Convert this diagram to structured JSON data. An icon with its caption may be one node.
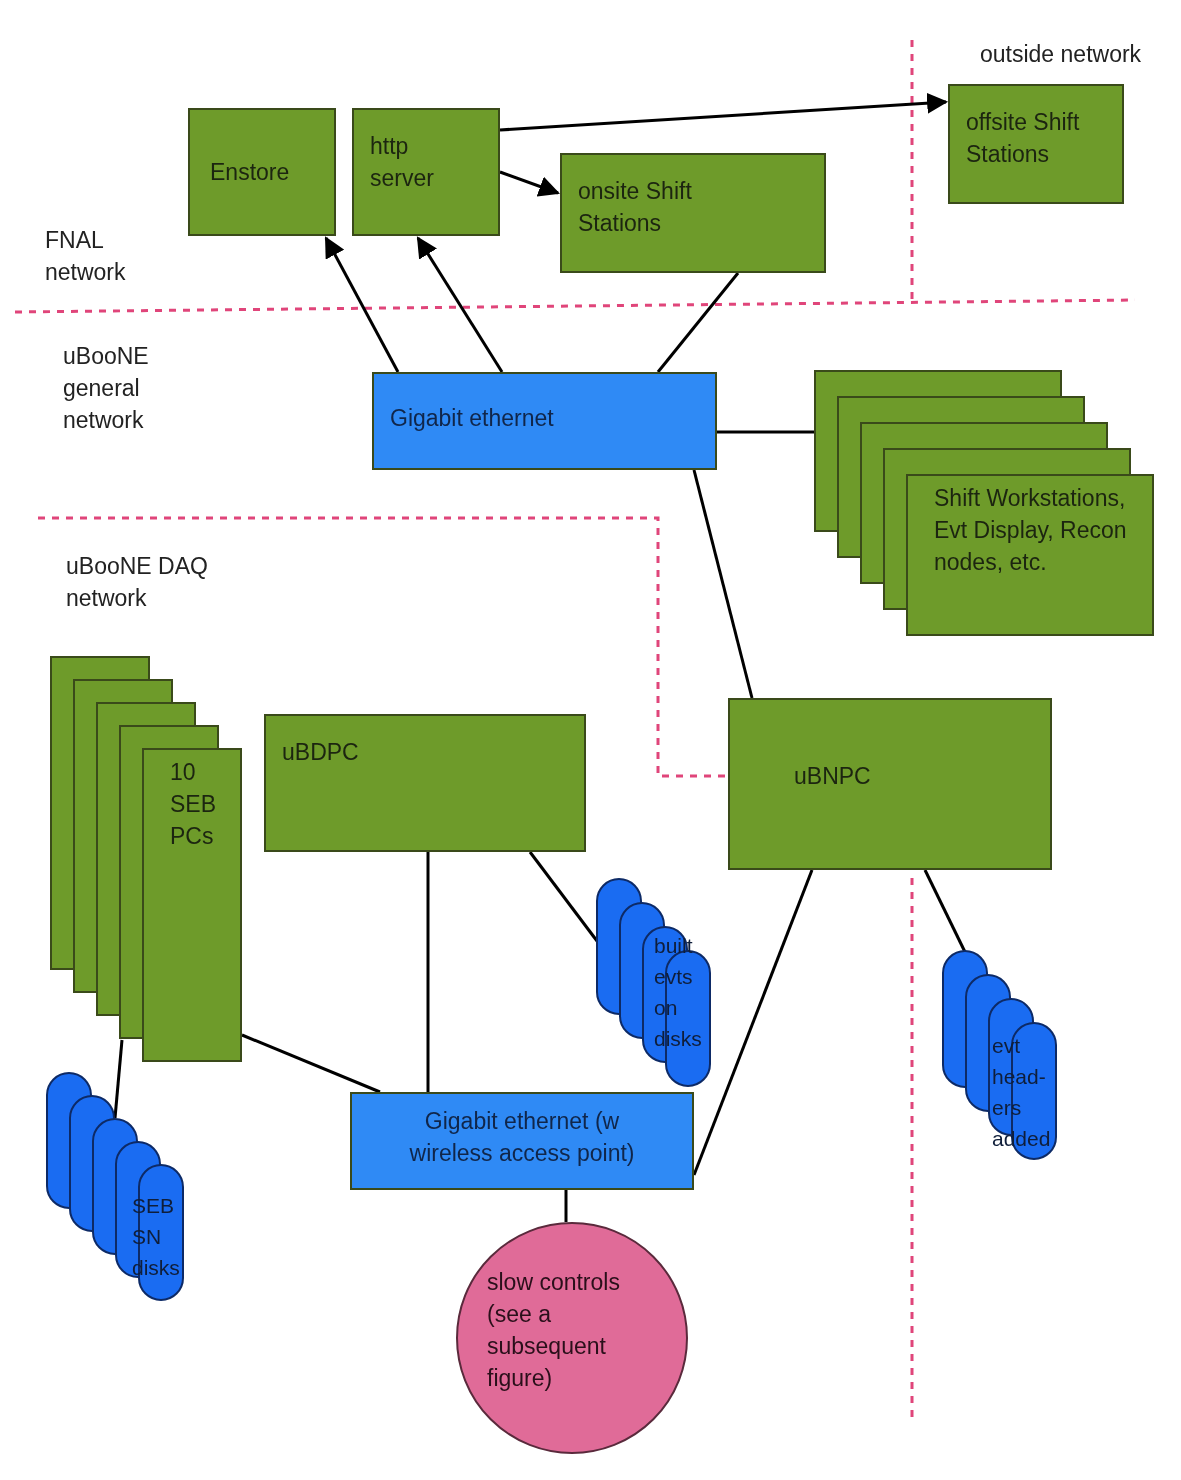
{
  "diagram": {
    "nodes": [
      {
        "text": [
          "Enstore"
        ]
      },
      {
        "text": [
          "http server"
        ]
      },
      {
        "text": [
          "onsite Shift Stations"
        ]
      },
      {
        "text": [
          "offsite Shift Stations"
        ]
      },
      {
        "text": [
          "Gigabit ethernet"
        ]
      },
      {
        "text": [
          "Shift Workstations, Evt Display, Recon nodes, etc."
        ]
      },
      {
        "text": [
          "10 SEB PCs"
        ]
      },
      {
        "text": [
          "uBDPC"
        ]
      },
      {
        "text": [
          "uBNPC"
        ]
      },
      {
        "text": [
          "built evts on disks"
        ]
      },
      {
        "text": [
          "evt head- ers added"
        ]
      },
      {
        "text": [
          "SEB SN disks"
        ]
      },
      {
        "text": [
          "Gigabit ethernet (w wireless access point)"
        ]
      },
      {
        "text": [
          "slow controls (see a subsequent figure)"
        ]
      }
    ],
    "edges": [
      {
        "from": 4,
        "to": 0,
        "arrow": "to"
      },
      {
        "from": 4,
        "to": 1,
        "arrow": "to"
      },
      {
        "from": 1,
        "to": 2,
        "arrow": "to"
      },
      {
        "from": 1,
        "to": 3,
        "arrow": "to"
      },
      {
        "from": 4,
        "to": 2,
        "arrow": "none"
      },
      {
        "from": 4,
        "to": 5,
        "arrow": "none"
      },
      {
        "from": 4,
        "to": 8,
        "arrow": "none"
      },
      {
        "from": 7,
        "to": 12,
        "arrow": "none"
      },
      {
        "from": 7,
        "to": 9,
        "arrow": "none"
      },
      {
        "from": 6,
        "to": 12,
        "arrow": "none"
      },
      {
        "from": 6,
        "to": 11,
        "arrow": "none"
      },
      {
        "from": 8,
        "to": 12,
        "arrow": "none"
      },
      {
        "from": 8,
        "to": 10,
        "arrow": "none"
      },
      {
        "from": 12,
        "to": 13,
        "arrow": "none"
      }
    ],
    "labels": [
      "outside network",
      "FNAL network",
      "uBooNE general network",
      "uBooNE DAQ network"
    ]
  }
}
